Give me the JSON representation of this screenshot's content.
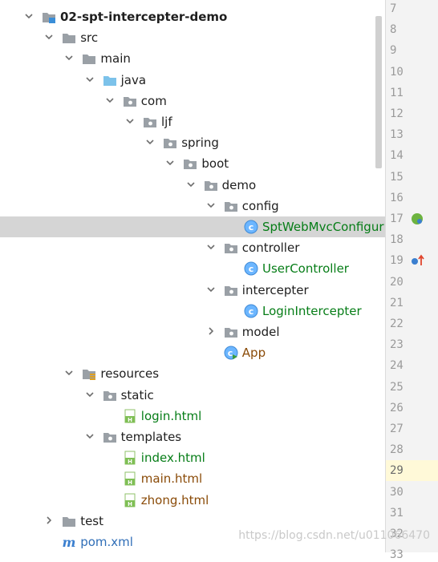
{
  "tree": {
    "items": [
      {
        "label": "02-spt-intercepter-demo",
        "kind": "module",
        "expanded": true,
        "selected": false,
        "color": "#1e1e1e",
        "bold": true
      },
      {
        "label": "src",
        "kind": "folder",
        "expanded": true,
        "selected": false,
        "color": "#1e1e1e"
      },
      {
        "label": "main",
        "kind": "folder",
        "expanded": true,
        "selected": false,
        "color": "#1e1e1e"
      },
      {
        "label": "java",
        "kind": "source-folder",
        "expanded": true,
        "selected": false,
        "color": "#1e1e1e"
      },
      {
        "label": "com",
        "kind": "package",
        "expanded": true,
        "selected": false,
        "color": "#1e1e1e"
      },
      {
        "label": "ljf",
        "kind": "package",
        "expanded": true,
        "selected": false,
        "color": "#1e1e1e"
      },
      {
        "label": "spring",
        "kind": "package",
        "expanded": true,
        "selected": false,
        "color": "#1e1e1e"
      },
      {
        "label": "boot",
        "kind": "package",
        "expanded": true,
        "selected": false,
        "color": "#1e1e1e"
      },
      {
        "label": "demo",
        "kind": "package",
        "expanded": true,
        "selected": false,
        "color": "#1e1e1e"
      },
      {
        "label": "config",
        "kind": "package",
        "expanded": true,
        "selected": false,
        "color": "#1e1e1e"
      },
      {
        "label": "SptWebMvcConfigur",
        "kind": "class",
        "expanded": null,
        "selected": true,
        "color": "#067d17"
      },
      {
        "label": "controller",
        "kind": "package",
        "expanded": true,
        "selected": false,
        "color": "#1e1e1e"
      },
      {
        "label": "UserController",
        "kind": "class",
        "expanded": null,
        "selected": false,
        "color": "#067d17"
      },
      {
        "label": "intercepter",
        "kind": "package",
        "expanded": true,
        "selected": false,
        "color": "#1e1e1e"
      },
      {
        "label": "LoginIntercepter",
        "kind": "class",
        "expanded": null,
        "selected": false,
        "color": "#067d17"
      },
      {
        "label": "model",
        "kind": "package",
        "expanded": false,
        "selected": false,
        "color": "#1e1e1e"
      },
      {
        "label": "App",
        "kind": "app-class",
        "expanded": null,
        "selected": false,
        "color": "#8a4b08"
      },
      {
        "label": "resources",
        "kind": "resources-folder",
        "expanded": true,
        "selected": false,
        "color": "#1e1e1e"
      },
      {
        "label": "static",
        "kind": "package",
        "expanded": true,
        "selected": false,
        "color": "#1e1e1e"
      },
      {
        "label": "login.html",
        "kind": "html",
        "expanded": null,
        "selected": false,
        "color": "#067d17"
      },
      {
        "label": "templates",
        "kind": "package",
        "expanded": true,
        "selected": false,
        "color": "#1e1e1e"
      },
      {
        "label": "index.html",
        "kind": "html",
        "expanded": null,
        "selected": false,
        "color": "#067d17"
      },
      {
        "label": "main.html",
        "kind": "html",
        "expanded": null,
        "selected": false,
        "color": "#8a4b08"
      },
      {
        "label": "zhong.html",
        "kind": "html",
        "expanded": null,
        "selected": false,
        "color": "#8a4b08"
      },
      {
        "label": "test",
        "kind": "folder",
        "expanded": false,
        "selected": false,
        "color": "#1e1e1e"
      },
      {
        "label": "pom.xml",
        "kind": "maven",
        "expanded": null,
        "selected": false,
        "color": "#2f6eb7"
      }
    ]
  },
  "gutter": {
    "line_numbers": [
      "7",
      "8",
      "9",
      "10",
      "11",
      "12",
      "13",
      "14",
      "15",
      "16",
      "17",
      "18",
      "19",
      "20",
      "21",
      "22",
      "23",
      "24",
      "25",
      "26",
      "27",
      "28",
      "29",
      "30",
      "31",
      "32",
      "33"
    ],
    "current_line": "29",
    "markers": [
      {
        "line": "17",
        "icon": "spring-bean-icon"
      },
      {
        "line": "19",
        "icon": "override-method-icon"
      }
    ]
  },
  "watermark": "https://blog.csdn.net/u011066470"
}
